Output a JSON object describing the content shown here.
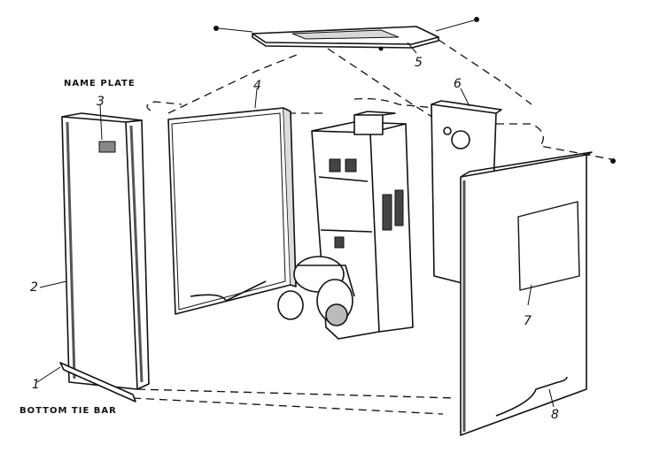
{
  "diagram": {
    "callouts": {
      "c1": "1",
      "c2": "2",
      "c3": "3",
      "c4": "4",
      "c5": "5",
      "c6": "6",
      "c7": "7",
      "c8": "8"
    },
    "captions": {
      "name_plate": "NAME PLATE",
      "bottom_tie_bar": "BOTTOM TIE BAR"
    }
  },
  "colors": {
    "ink": "#111111",
    "paper": "#ffffff",
    "shade": "#cfcfcf"
  }
}
